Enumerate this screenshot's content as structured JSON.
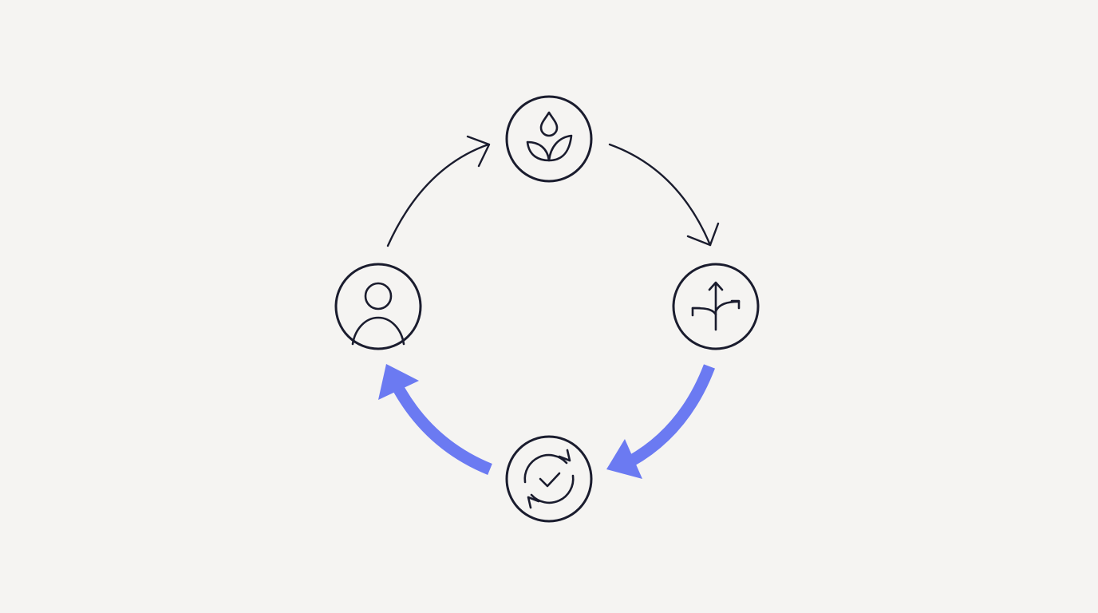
{
  "colors": {
    "background": "#f5f4f2",
    "line": "#1a1c2e",
    "accent": "#6b7af2"
  },
  "nodes": [
    {
      "id": "top",
      "icon": "water-drop-sprout-icon"
    },
    {
      "id": "right",
      "icon": "branching-paths-icon"
    },
    {
      "id": "bottom",
      "icon": "refresh-check-icon"
    },
    {
      "id": "left",
      "icon": "user-icon"
    }
  ],
  "connectors": [
    {
      "from": "left",
      "to": "top",
      "style": "thin"
    },
    {
      "from": "top",
      "to": "right",
      "style": "thin"
    },
    {
      "from": "right",
      "to": "bottom",
      "style": "thick-accent"
    },
    {
      "from": "bottom",
      "to": "left",
      "style": "thick-accent"
    }
  ]
}
